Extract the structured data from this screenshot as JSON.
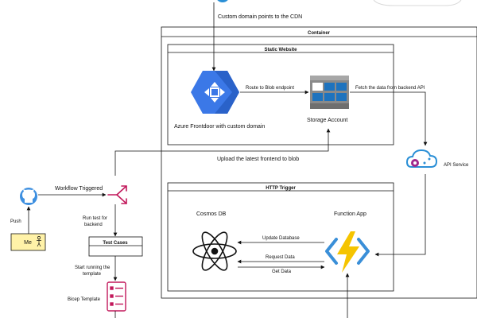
{
  "labels": {
    "custom_domain": "Custom domain points to the CDN",
    "container": "Container",
    "static_website": "Static Website",
    "route_blob": "Route to Blob endpoint",
    "fetch_backend": "Fetch the data from backend API",
    "frontdoor": "Azure Frontdoor with custom domain",
    "storage": "Storage Account",
    "upload": "Upload the latest frontend to blob",
    "api_service": "API Service",
    "workflow": "Workflow Triggered",
    "push": "Push",
    "me": "Me",
    "http_trigger": "HTTP Trigger",
    "cosmos": "Cosmos DB",
    "function_app": "Function App",
    "update_db": "Update Database",
    "request_data": "Request Data",
    "get_data": "Get Data",
    "run_test": "Run test for backend",
    "test_cases": "Test Cases",
    "start_template": "Start running the template",
    "bicep": "Bicep Template"
  },
  "colors": {
    "frontdoor_blue": "#3b78e7",
    "storage_blue": "#1e73be",
    "api_purple": "#a0288c",
    "api_blue": "#2a8fd6",
    "github_blue": "#3d8fe0",
    "branch_pink": "#c2185b",
    "me_yellow": "#fff2a8",
    "bolt_yellow": "#f5c400",
    "function_blue": "#3a8fd8"
  },
  "icons": [
    "cdn-icon",
    "front-door-icon",
    "storage-account-icon",
    "api-service-icon",
    "github-icon",
    "person-icon",
    "workflow-branch-icon",
    "cosmos-db-icon",
    "function-app-icon",
    "bicep-template-icon"
  ]
}
